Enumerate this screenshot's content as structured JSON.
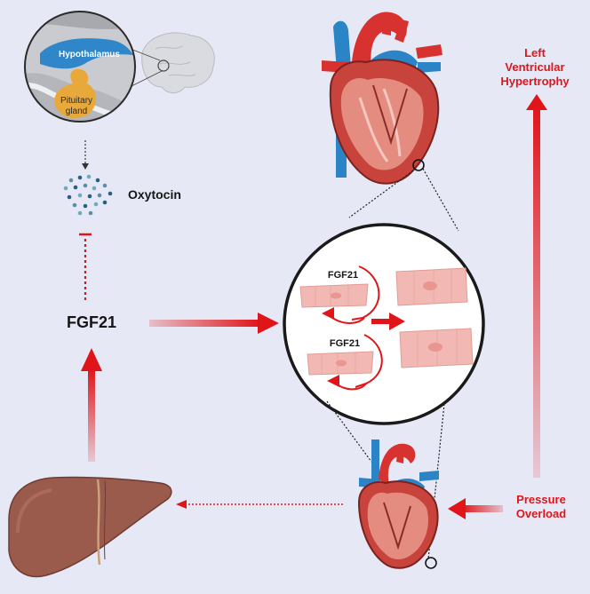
{
  "brain_inset": {
    "hypothalamus_label": "Hypothalamus",
    "pituitary_label_line1": "Pituitary",
    "pituitary_label_line2": "gland"
  },
  "oxytocin_label": "Oxytocin",
  "fgf21_label": "FGF21",
  "zoom_circle": {
    "upper_cell_label": "FGF21",
    "lower_cell_label": "FGF21"
  },
  "outcome_label": {
    "line1": "Left",
    "line2": "Ventricular",
    "line3": "Hypertrophy"
  },
  "stimulus_label": {
    "line1": "Pressure",
    "line2": "Overload"
  },
  "colors": {
    "background": "#e6e9f5",
    "arrow_red": "#e0151a",
    "heart_red": "#c8433b",
    "heart_inner": "#e48c80",
    "vessel_blue": "#2a84c6",
    "liver_brown": "#9a5a4c",
    "hypothalamus_blue": "#2f86c8",
    "pituitary_orange": "#e9a83a",
    "cardiomyocyte_pink": "#f2b8b3"
  }
}
